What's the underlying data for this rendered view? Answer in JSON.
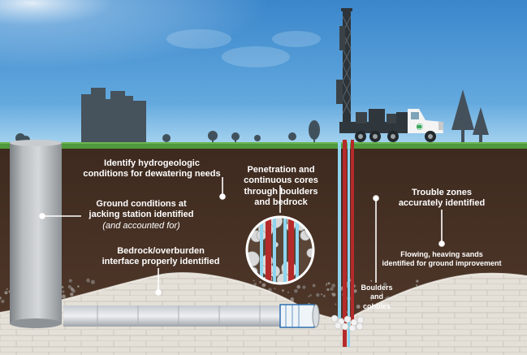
{
  "labels": {
    "dewatering": {
      "line1": "Identify hydrogeologic",
      "line2": "conditions for dewatering needs"
    },
    "jacking": {
      "line1": "Ground conditions at",
      "line2": "jacking station identified",
      "line3": "(and accounted for)"
    },
    "bedrock": {
      "line1": "Bedrock/overburden",
      "line2": "interface properly identified"
    },
    "penetration": {
      "line1": "Penetration and",
      "line2": "continuous cores",
      "line3": "through boulders",
      "line4": "and bedrock"
    },
    "trouble": {
      "line1": "Trouble zones",
      "line2": "accurately identified"
    },
    "flowing": {
      "line1": "Flowing, heaving sands",
      "line2": "identified for ground improvement"
    },
    "boulders": {
      "line1": "Boulders",
      "line2": "and cobbles"
    }
  },
  "colors": {
    "sky_top": "#3f8fd2",
    "sky_bottom": "#a9d5f0",
    "grass": "#4e9a3c",
    "soil": "#4a3326",
    "rock": "#e3ded6",
    "casing": "#8fd4ef",
    "core_red": "#b52a2a",
    "truck": "#f4f4f4",
    "silhouette": "#44505a"
  }
}
